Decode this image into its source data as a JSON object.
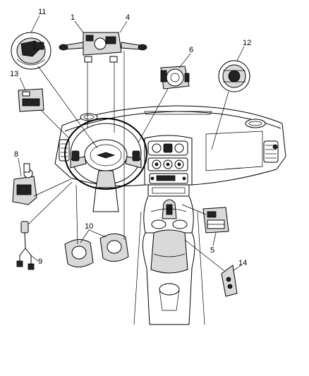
{
  "callouts": [
    {
      "id": "c1",
      "label": "1"
    },
    {
      "id": "c4",
      "label": "4"
    },
    {
      "id": "c5",
      "label": "5"
    },
    {
      "id": "c6",
      "label": "6"
    },
    {
      "id": "c8",
      "label": "8"
    },
    {
      "id": "c9",
      "label": "9"
    },
    {
      "id": "c10",
      "label": "10"
    },
    {
      "id": "c11",
      "label": "11"
    },
    {
      "id": "c12",
      "label": "12"
    },
    {
      "id": "c13",
      "label": "13"
    },
    {
      "id": "c14",
      "label": "14"
    }
  ]
}
